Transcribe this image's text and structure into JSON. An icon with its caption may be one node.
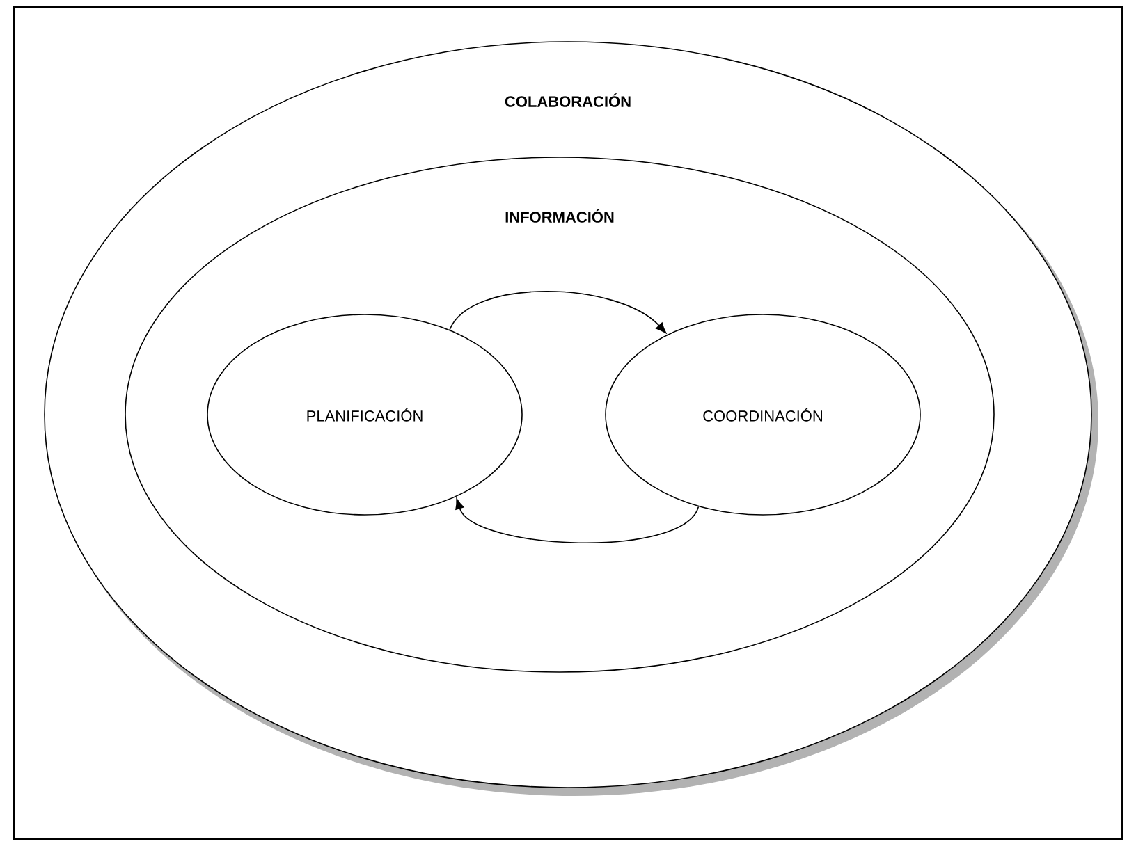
{
  "diagram": {
    "nodes": [
      {
        "text": [
          "COLABORACIÓN"
        ]
      },
      {
        "text": [
          "INFORMACIÓN"
        ],
        "in": 0
      },
      {
        "text": [
          "PLANIFICACIÓN"
        ],
        "in": 1
      },
      {
        "text": [
          "COORDINACIÓN"
        ],
        "in": 1
      }
    ],
    "edges": [
      {
        "from": 2,
        "to": 3,
        "arrow": "to"
      },
      {
        "from": 3,
        "to": 2,
        "arrow": "to"
      }
    ]
  }
}
